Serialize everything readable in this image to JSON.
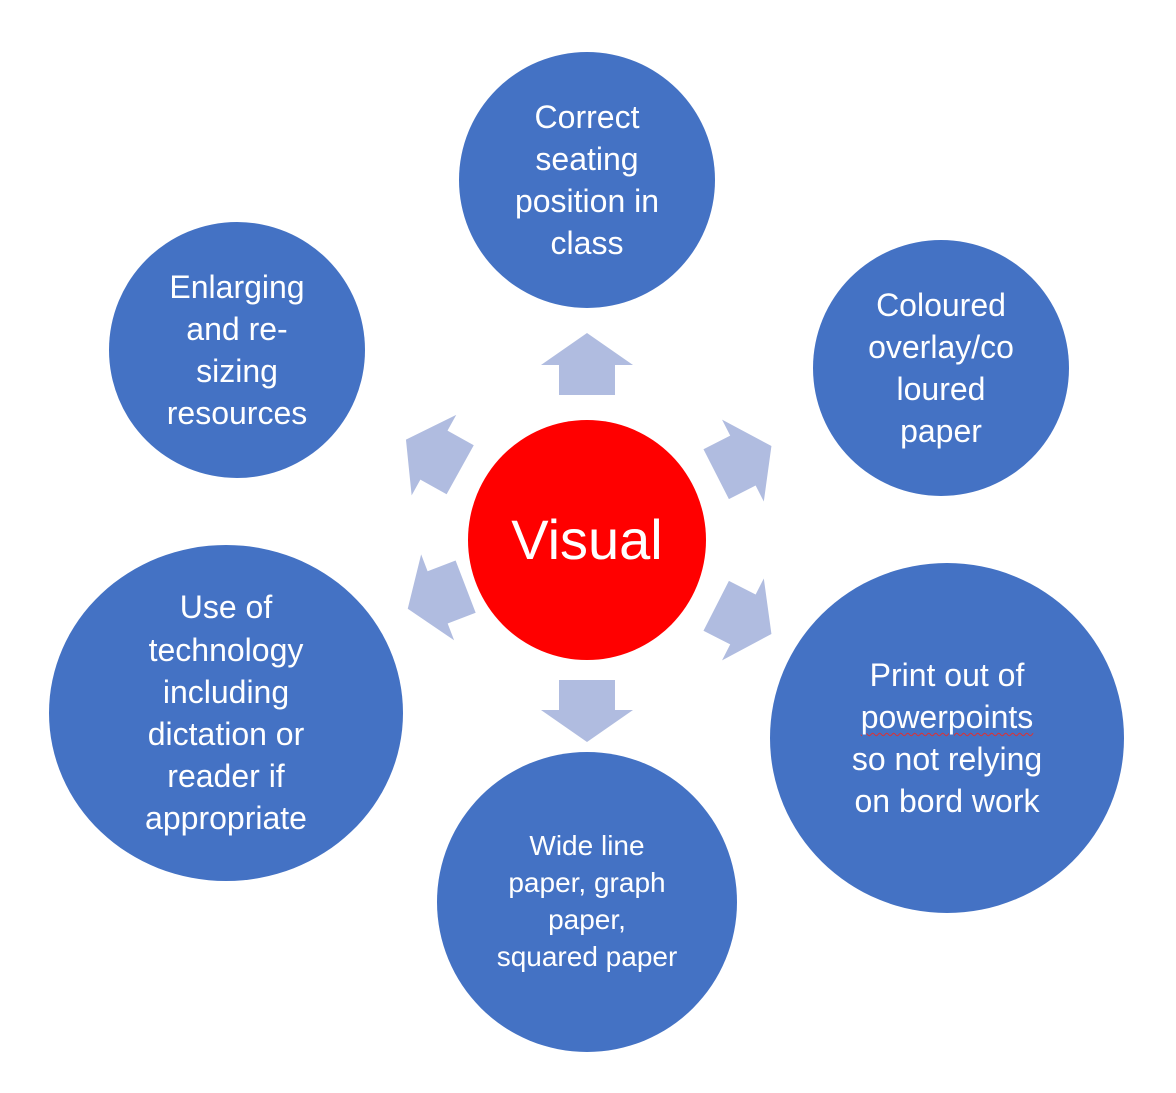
{
  "colors": {
    "satellite": "#4472C4",
    "center": "#FF0000",
    "arrow": "#B0BCE0",
    "text": "#FFFFFF"
  },
  "center": {
    "label": "Visual"
  },
  "satellites": [
    {
      "id": "top",
      "text": "Correct\nseating\nposition in\nclass"
    },
    {
      "id": "top-right",
      "text": "Coloured\noverlay/co\nloured\npaper"
    },
    {
      "id": "bottom-right",
      "line1": "Print out of",
      "line2": "powerpoints",
      "line3": "so not relying\non bord work"
    },
    {
      "id": "bottom",
      "text": "Wide line\npaper, graph\npaper,\nsquared paper"
    },
    {
      "id": "bottom-left",
      "text": "Use of\ntechnology\nincluding\ndictation or\nreader if\nappropriate"
    },
    {
      "id": "top-left",
      "text": "Enlarging\nand re-\nsizing\nresources"
    }
  ]
}
